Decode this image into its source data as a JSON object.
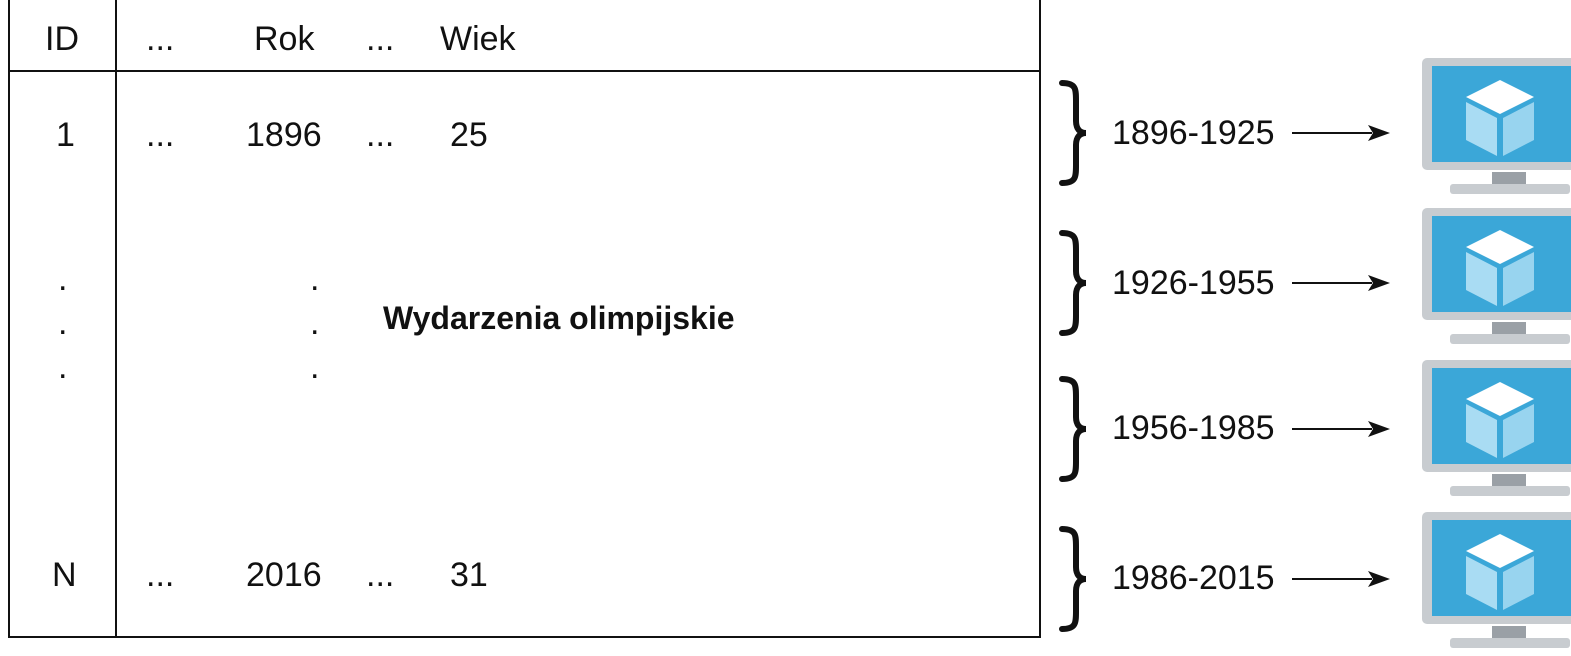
{
  "table": {
    "header": {
      "id": "ID",
      "dots1": "...",
      "rok": "Rok",
      "dots2": "...",
      "wiek": "Wiek"
    },
    "rows": [
      {
        "id": "1",
        "dots1": "...",
        "rok": "1896",
        "dots2": "...",
        "wiek": "25"
      },
      {
        "id": "N",
        "dots1": "...",
        "rok": "2016",
        "dots2": "...",
        "wiek": "31"
      }
    ],
    "ellipsis_dot": ".",
    "title": "Wydarzenia olimpijskie"
  },
  "partitions": [
    {
      "range": "1896-1925"
    },
    {
      "range": "1926-1955"
    },
    {
      "range": "1956-1985"
    },
    {
      "range": "1986-2015"
    }
  ],
  "colors": {
    "line": "#111111",
    "monitor_frame": "#c8ccd0",
    "monitor_screen": "#3ba7d8",
    "monitor_stand": "#9aa0a6",
    "cube_light": "#ffffff",
    "cube_face": "#a9dcf3"
  },
  "icons": {
    "server": "monitor-cube-icon"
  }
}
